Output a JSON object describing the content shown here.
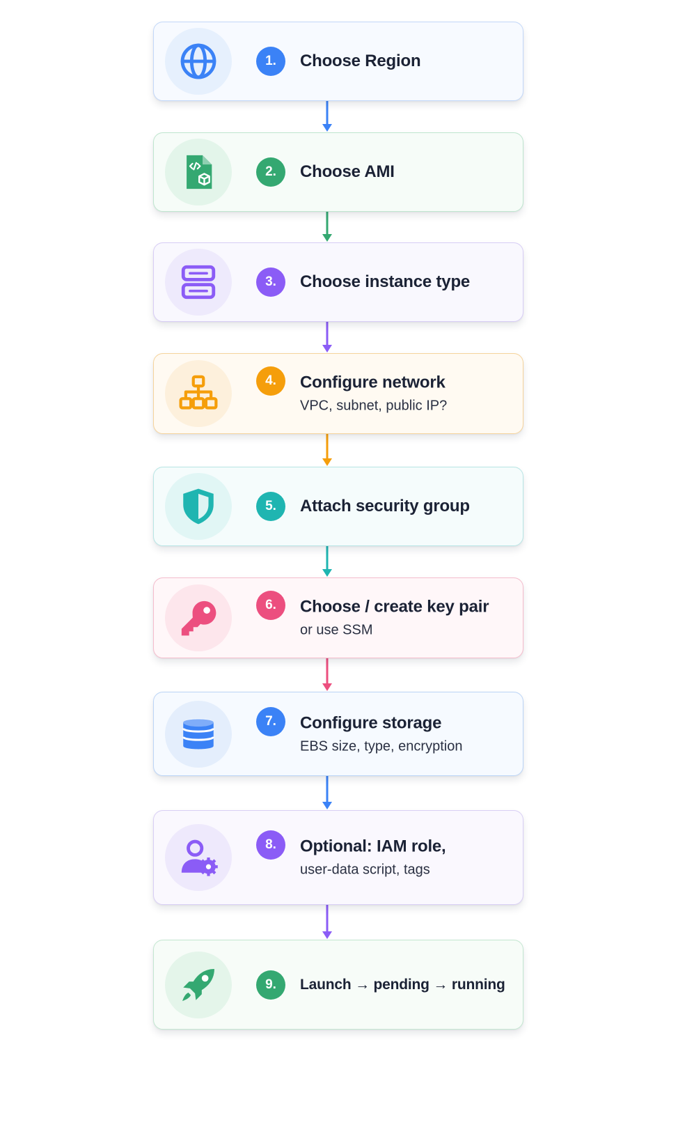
{
  "steps": [
    {
      "number": "1.",
      "title": "Choose Region",
      "subtitle": "",
      "icon": "globe-icon",
      "color": "#3b82f6",
      "bg": "#f7faff",
      "border": "#c3d8f9",
      "circle": "#e6f0fd"
    },
    {
      "number": "2.",
      "title": "Choose AMI",
      "subtitle": "",
      "icon": "code-file-icon",
      "color": "#34a871",
      "bg": "#f6fcf8",
      "border": "#bfe6cf",
      "circle": "#e3f5ea"
    },
    {
      "number": "3.",
      "title": "Choose instance type",
      "subtitle": "",
      "icon": "server-icon",
      "color": "#8b5cf6",
      "bg": "#f9f8fe",
      "border": "#d8cdf6",
      "circle": "#eeeafc"
    },
    {
      "number": "4.",
      "title": "Configure network",
      "subtitle": "VPC, subnet, public IP?",
      "icon": "network-icon",
      "color": "#f59e0b",
      "bg": "#fffaf2",
      "border": "#f6d49c",
      "circle": "#fdf0dc"
    },
    {
      "number": "5.",
      "title": "Attach security group",
      "subtitle": "",
      "icon": "shield-icon",
      "color": "#1fb5b1",
      "bg": "#f5fcfc",
      "border": "#b8e6e5",
      "circle": "#e1f6f5"
    },
    {
      "number": "6.",
      "title": "Choose / create key pair",
      "subtitle": "or use SSM",
      "icon": "key-icon",
      "color": "#ec4f7f",
      "bg": "#fff7f9",
      "border": "#f5bccc",
      "circle": "#fde6ec"
    },
    {
      "number": "7.",
      "title": "Configure storage",
      "subtitle": "EBS size, type, encryption",
      "icon": "database-icon",
      "color": "#3b82f6",
      "bg": "#f6faff",
      "border": "#bcd5f7",
      "circle": "#e4eefc"
    },
    {
      "number": "8.",
      "title": "Optional: IAM role,",
      "subtitle": "user-data script, tags",
      "icon": "user-gear-icon",
      "color": "#8b5cf6",
      "bg": "#faf8fe",
      "border": "#d9cff5",
      "circle": "#eee9fc"
    },
    {
      "number": "9.",
      "title": "Launch → pending → running",
      "subtitle": "",
      "icon": "rocket-icon",
      "color": "#34a871",
      "bg": "#f7fcf8",
      "border": "#c4e7d1",
      "circle": "#e4f5ea"
    }
  ]
}
